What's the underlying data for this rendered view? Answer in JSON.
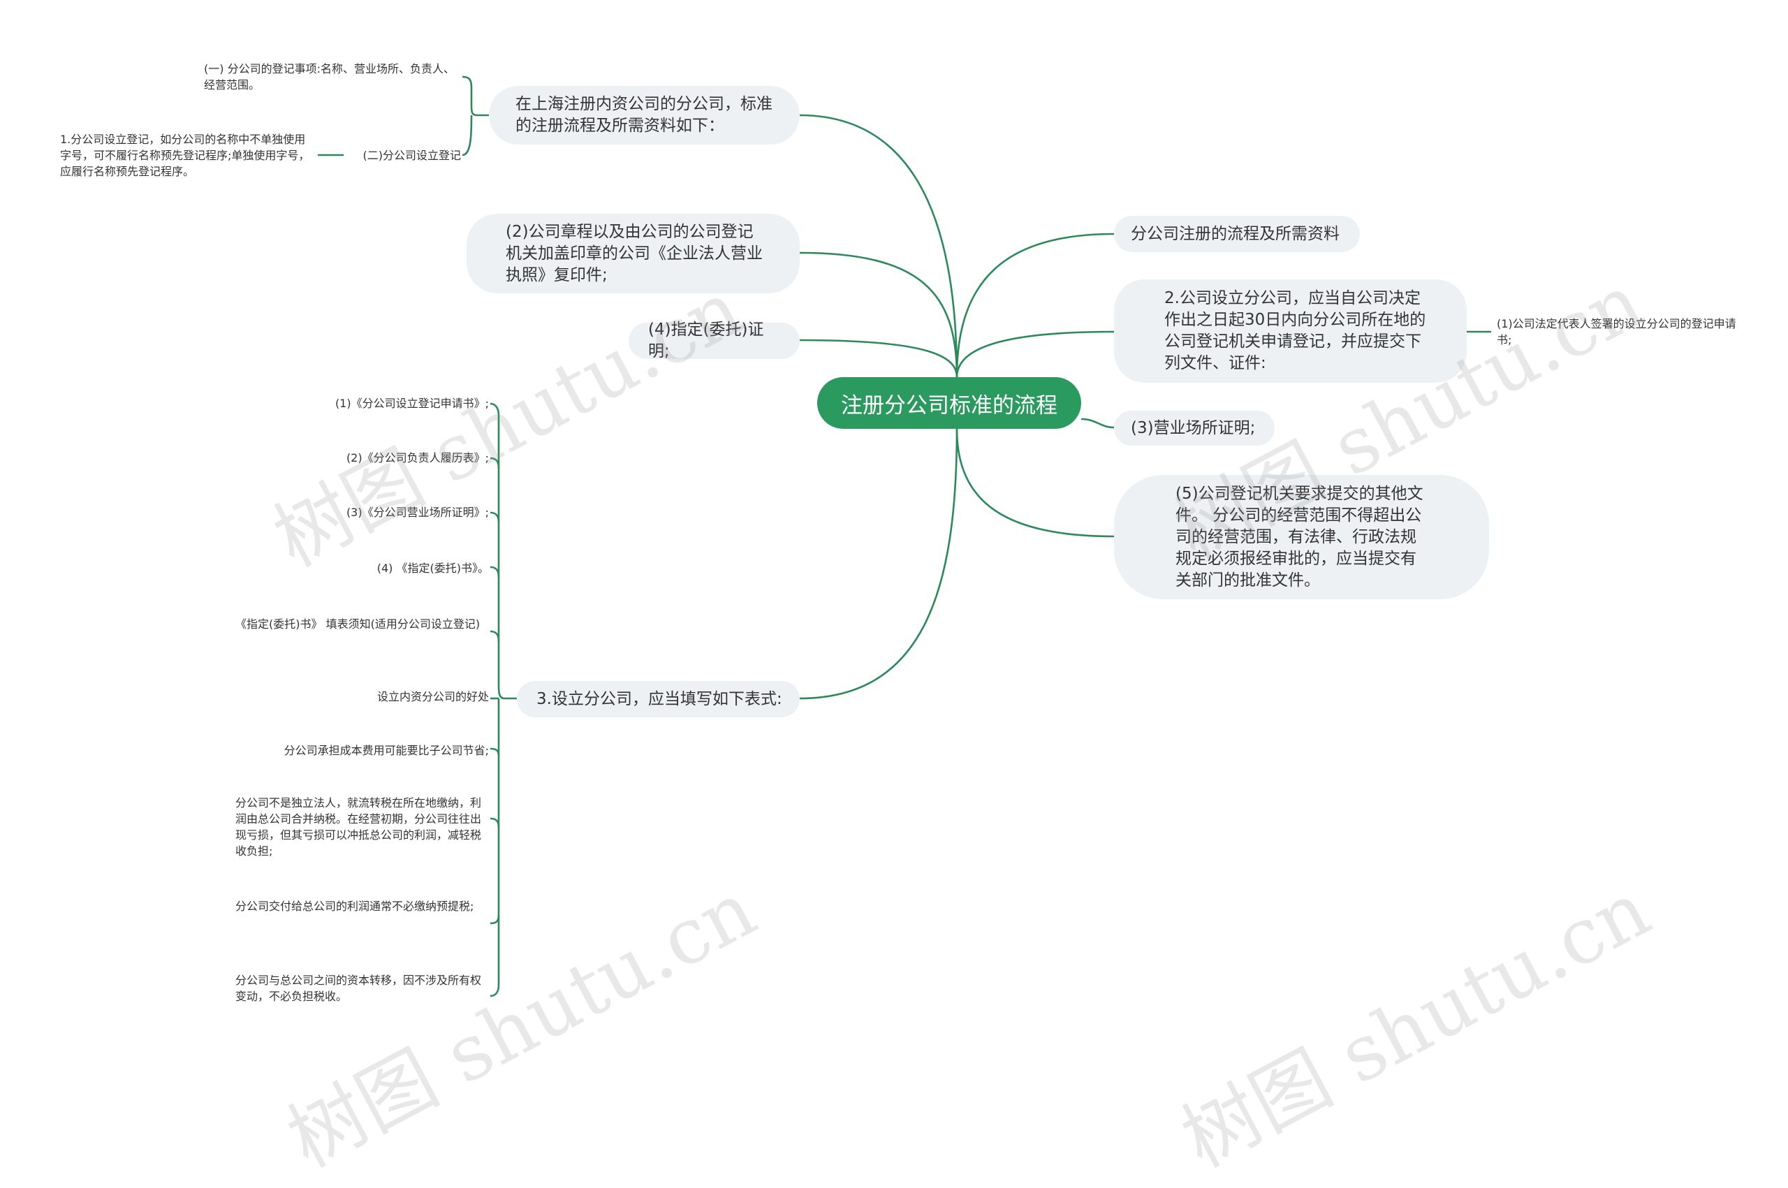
{
  "root": "注册分公司标准的流程",
  "left_top": {
    "label": "在上海注册内资公司的分公司，标准的注册流程及所需资料如下：",
    "items": [
      "(一) 分公司的登记事项:名称、营业场所、负责人、经营范围。",
      "(二)分公司设立登记"
    ],
    "sub_item": "1.分公司设立登记，如分公司的名称中不单独使用字号，可不履行名称预先登记程序;单独使用字号，应履行名称预先登记程序。"
  },
  "left_2": "(2)公司章程以及由公司的公司登记机关加盖印章的公司《企业法人营业执照》复印件;",
  "left_4": "(4)指定(委托)证明;",
  "left_3": {
    "label": "3.设立分公司，应当填写如下表式:",
    "items": [
      "(1)《分公司设立登记申请书》;",
      "(2)《分公司负责人履历表》;",
      "(3)《分公司营业场所证明》;",
      "(4) 《指定(委托)书》。",
      "《指定(委托)书》 填表须知(适用分公司设立登记)",
      "设立内资分公司的好处",
      "分公司承担成本费用可能要比子公司节省;",
      "分公司不是独立法人，就流转税在所在地缴纳，利润由总公司合并纳税。在经营初期，分公司往往出现亏损，但其亏损可以冲抵总公司的利润，减轻税收负担;",
      "分公司交付给总公司的利润通常不必缴纳预提税;",
      "分公司与总公司之间的资本转移，因不涉及所有权变动，不必负担税收。"
    ]
  },
  "right_1": "分公司注册的流程及所需资料",
  "right_2": {
    "label": "2.公司设立分公司，应当自公司决定作出之日起30日内向分公司所在地的公司登记机关申请登记，并应提交下列文件、证件:",
    "sub_item": "(1)公司法定代表人签署的设立分公司的登记申请书;"
  },
  "right_3": "(3)营业场所证明;",
  "right_5": "(5)公司登记机关要求提交的其他文件。 分公司的经营范围不得超出公司的经营范围，有法律、行政法规规定必须报经审批的，应当提交有关部门的批准文件。",
  "colors": {
    "root_fill": "#2b9a5f",
    "line": "#2a8a5a",
    "bubble_fill": "#eef1f4"
  }
}
